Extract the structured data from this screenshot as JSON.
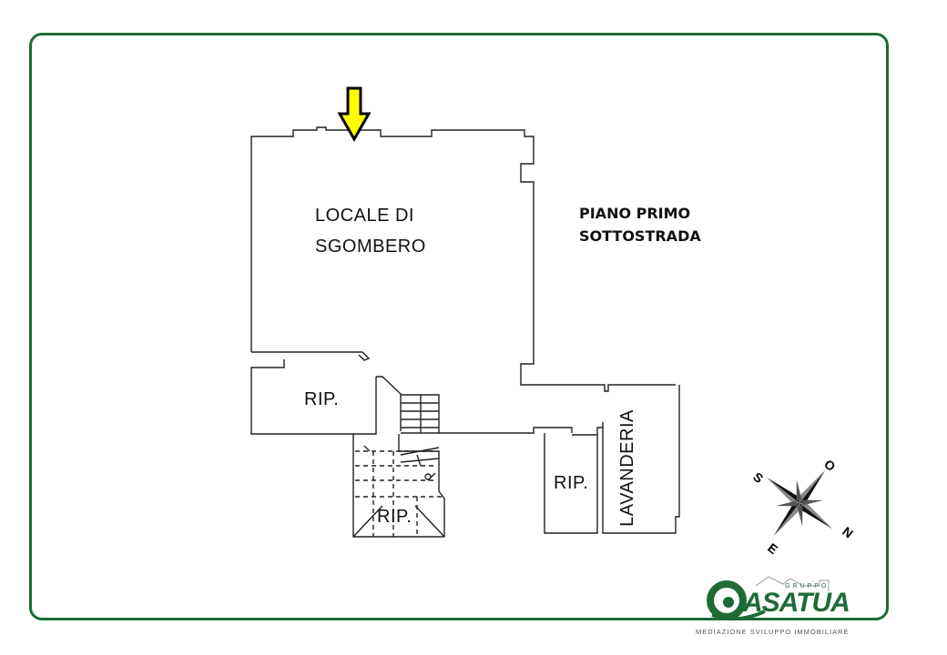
{
  "floor_title": {
    "line1": "PIANO PRIMO",
    "line2": "SOTTOSTRADA"
  },
  "rooms": {
    "locale_line1": "LOCALE DI",
    "locale_line2": "SGOMBERO",
    "rip_left": "RIP.",
    "rip_stair": "RIP.",
    "rip_right": "RIP.",
    "lavanderia": "LAVANDERIA"
  },
  "compass": {
    "north": "N",
    "south": "S",
    "east": "E",
    "west": "O"
  },
  "logo": {
    "brand": "ASATUA",
    "group": "GRUPPO",
    "tagline": "MEDIAZIONE SVILUPPO IMMOBILIARE"
  },
  "colors": {
    "frame": "#1e6b38",
    "arrow_fill": "#ffff00",
    "walls": "#222222"
  },
  "icons": {
    "entrance_arrow": "down-arrow-icon",
    "compass": "compass-rose-icon"
  }
}
